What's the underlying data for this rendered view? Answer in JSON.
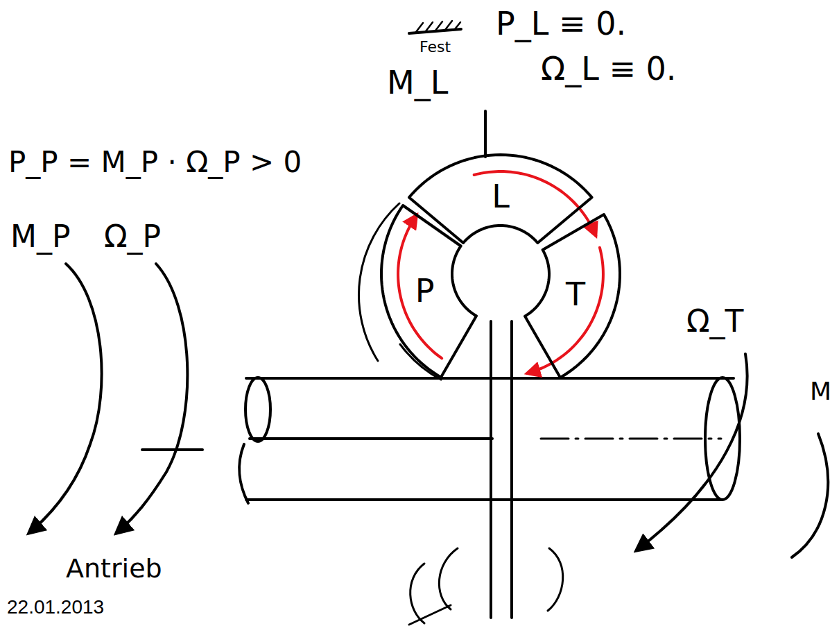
{
  "diagram": {
    "nodes": [
      {
        "text": [
          "L"
        ]
      },
      {
        "text": [
          "P"
        ]
      },
      {
        "text": [
          "T"
        ]
      }
    ],
    "edges": [
      {
        "from": 0,
        "to": 2,
        "arrow": "to"
      },
      {
        "from": 2,
        "to": 1,
        "arrow": "to"
      },
      {
        "from": 1,
        "to": 0,
        "arrow": "to"
      }
    ],
    "labels": [
      "P_L ≡ 0.",
      "Fest",
      "Ω_L ≡ 0.",
      "M_L",
      "P_P = M_P · Ω_P > 0",
      "M_P",
      "Ω_P",
      "Ω_T",
      "M",
      "Antrieb",
      "22.01.2013"
    ]
  }
}
